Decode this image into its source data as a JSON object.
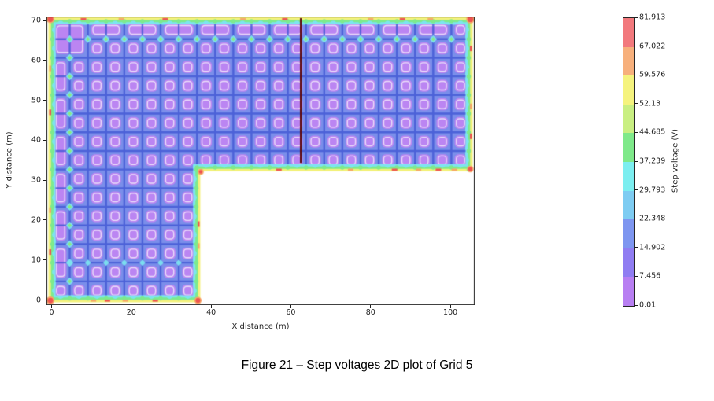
{
  "figure": {
    "caption": "Figure 21 – Step voltages 2D plot of Grid 5"
  },
  "chart_data": {
    "type": "heatmap",
    "subtype": "filled contour plot of step voltages over an L-shaped grounding grid",
    "title": "",
    "xlabel": "X distance (m)",
    "ylabel": "Y distance (m)",
    "x_ticks": [
      0,
      20,
      40,
      60,
      80,
      100
    ],
    "y_ticks": [
      0,
      10,
      20,
      30,
      40,
      50,
      60,
      70
    ],
    "xlim": [
      -1.28,
      106.1
    ],
    "ylim": [
      -1.28,
      71.0
    ],
    "grid_outline_m": [
      [
        -0.78,
        70.8
      ],
      [
        105.6,
        70.8
      ],
      [
        105.6,
        32.2
      ],
      [
        37.3,
        32.2
      ],
      [
        37.3,
        -0.6
      ],
      [
        -0.78,
        -0.6
      ]
    ],
    "mesh": {
      "n_cols": 23,
      "n_rows": 15,
      "col_pitch_m": 4.557,
      "row_pitch_m": 4.667,
      "block_cols": 8,
      "band_rows": 8,
      "x_start_m": 0,
      "y_top_m": 70
    },
    "profile_line": {
      "x_m": 62.5,
      "y_from_m": 34.3,
      "y_to_m": 70.6,
      "color": "#5c0a10"
    },
    "colorbar": {
      "label": "Step voltage (V)",
      "ticks_top_to_bottom": [
        "81.913",
        "67.022",
        "59.576",
        "52.13",
        "44.685",
        "37.239",
        "29.793",
        "22.348",
        "14.902",
        "7.456",
        "0.01"
      ],
      "colors_top_to_bottom": [
        "#f2797d",
        "#f7b07c",
        "#f5f37e",
        "#c9ef82",
        "#7fe98a",
        "#7ceef0",
        "#7eccf2",
        "#7e96f0",
        "#907df2",
        "#b87ff2"
      ]
    },
    "palette": {
      "cell_fill": "#7b8eea",
      "grid_line": "rgba(66,88,212,0.82)",
      "blob_fill": "#bb85f2",
      "blob_ring": "#e9ddf9",
      "band_cyan": "#7de4f0",
      "band_green": "#7dea8d",
      "band_yellow": "#f3f17c",
      "spot_red": "#ef5350",
      "spot_orange": "#f7a768",
      "node_star_cyan": "rgba(125,228,240,0.95)",
      "node_star_green": "#8dea7d",
      "spine": "#262626"
    }
  }
}
